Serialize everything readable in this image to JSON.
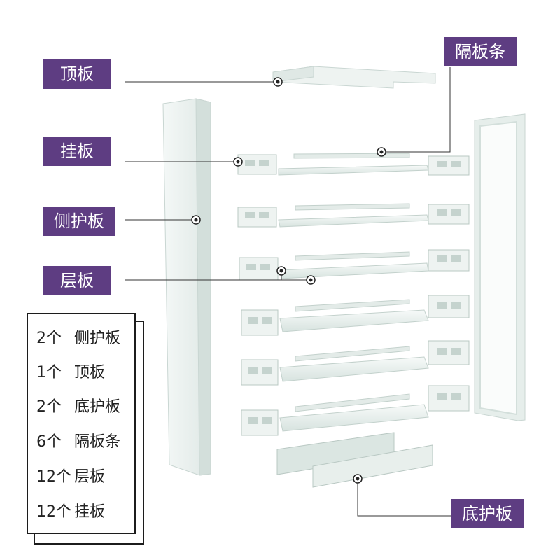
{
  "labels": {
    "top_panel": "顶板",
    "hanging_panel": "挂板",
    "side_panel": "侧护板",
    "shelf_panel": "层板",
    "divider_strip": "隔板条",
    "bottom_panel": "底护板"
  },
  "parts_list": [
    {
      "qty": "2个",
      "name": "侧护板"
    },
    {
      "qty": "1个",
      "name": "顶板"
    },
    {
      "qty": "2个",
      "name": "底护板"
    },
    {
      "qty": "6个",
      "name": "隔板条"
    },
    {
      "qty": "12个",
      "name": "层板"
    },
    {
      "qty": "12个",
      "name": "挂板"
    }
  ],
  "colors": {
    "tag_background": "#5e3d82",
    "tag_text": "#ffffff",
    "panel_fill": "#eef3f1",
    "panel_edge": "#c9d6d2",
    "leader_line": "#333333"
  }
}
